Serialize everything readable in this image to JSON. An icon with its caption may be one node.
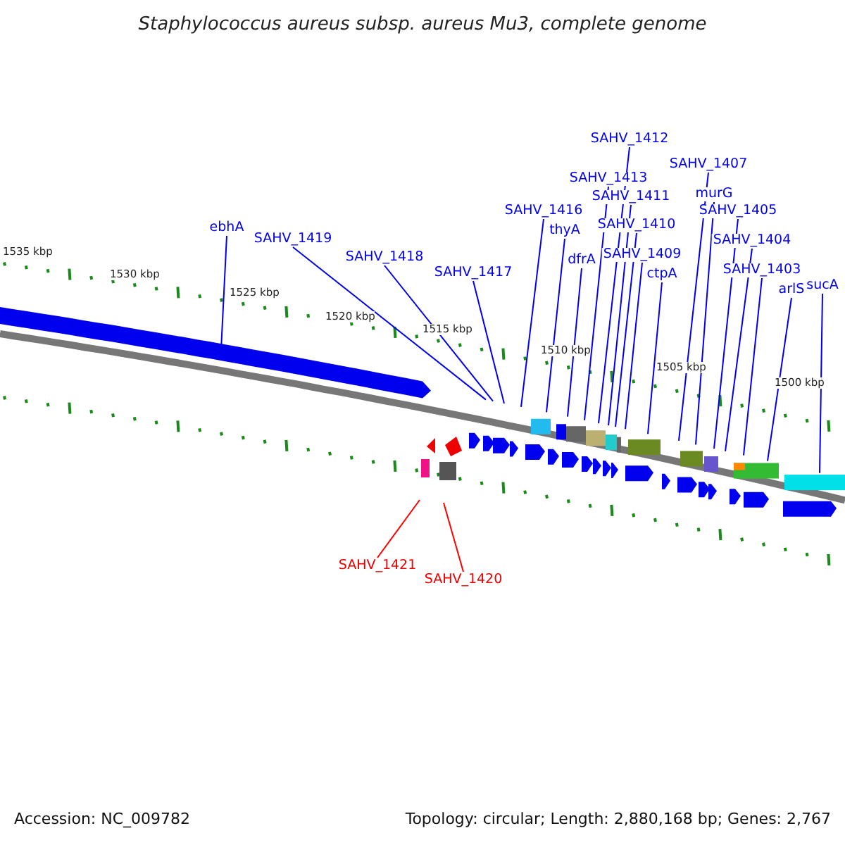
{
  "diagram": {
    "title": "Staphylococcus aureus subsp. aureus Mu3, complete genome",
    "nodes": [
      {
        "text": [
          "ebhA"
        ]
      },
      {
        "text": [
          "SAHV_1419"
        ]
      },
      {
        "text": [
          "SAHV_1418"
        ]
      },
      {
        "text": [
          "SAHV_1417"
        ]
      },
      {
        "text": [
          "SAHV_1416"
        ]
      },
      {
        "text": [
          "thyA"
        ]
      },
      {
        "text": [
          "dfrA"
        ]
      },
      {
        "text": [
          "SAHV_1413"
        ]
      },
      {
        "text": [
          "SAHV_1412"
        ]
      },
      {
        "text": [
          "SAHV_1411"
        ]
      },
      {
        "text": [
          "SAHV_1410"
        ]
      },
      {
        "text": [
          "SAHV_1409"
        ]
      },
      {
        "text": [
          "ctpA"
        ]
      },
      {
        "text": [
          "SAHV_1407"
        ]
      },
      {
        "text": [
          "murG"
        ]
      },
      {
        "text": [
          "SAHV_1405"
        ]
      },
      {
        "text": [
          "SAHV_1404"
        ]
      },
      {
        "text": [
          "SAHV_1403"
        ]
      },
      {
        "text": [
          "arlS"
        ]
      },
      {
        "text": [
          "sucA"
        ]
      },
      {
        "text": [
          "SAHV_1421"
        ]
      },
      {
        "text": [
          "SAHV_1420"
        ]
      }
    ],
    "edges": [
      {
        "from": 0,
        "to": null,
        "arrow": "none"
      },
      {
        "from": 1,
        "to": null,
        "arrow": "none"
      },
      {
        "from": 2,
        "to": null,
        "arrow": "none"
      },
      {
        "from": 3,
        "to": null,
        "arrow": "none"
      },
      {
        "from": 4,
        "to": null,
        "arrow": "none"
      },
      {
        "from": 5,
        "to": null,
        "arrow": "none"
      },
      {
        "from": 6,
        "to": null,
        "arrow": "none"
      },
      {
        "from": 7,
        "to": null,
        "arrow": "none"
      },
      {
        "from": 8,
        "to": null,
        "arrow": "none"
      },
      {
        "from": 9,
        "to": null,
        "arrow": "none"
      },
      {
        "from": 10,
        "to": null,
        "arrow": "none"
      },
      {
        "from": 11,
        "to": null,
        "arrow": "none"
      },
      {
        "from": 12,
        "to": null,
        "arrow": "none"
      },
      {
        "from": 13,
        "to": null,
        "arrow": "none"
      },
      {
        "from": 14,
        "to": null,
        "arrow": "none"
      },
      {
        "from": 15,
        "to": null,
        "arrow": "none"
      },
      {
        "from": 16,
        "to": null,
        "arrow": "none"
      },
      {
        "from": 17,
        "to": null,
        "arrow": "none"
      },
      {
        "from": 18,
        "to": null,
        "arrow": "none"
      },
      {
        "from": 19,
        "to": null,
        "arrow": "none"
      },
      {
        "from": 20,
        "to": null,
        "arrow": "none",
        "color": "#ff0000"
      },
      {
        "from": 21,
        "to": null,
        "arrow": "none",
        "color": "#ff0000"
      }
    ],
    "labels": [
      "1535 kbp",
      "1530 kbp",
      "1525 kbp",
      "1520 kbp",
      "1515 kbp",
      "1510 kbp",
      "1505 kbp",
      "1500 kbp",
      "Accession: NC_009782",
      "Topology: circular; Length: 2,880,168 bp; Genes: 2,767"
    ]
  }
}
